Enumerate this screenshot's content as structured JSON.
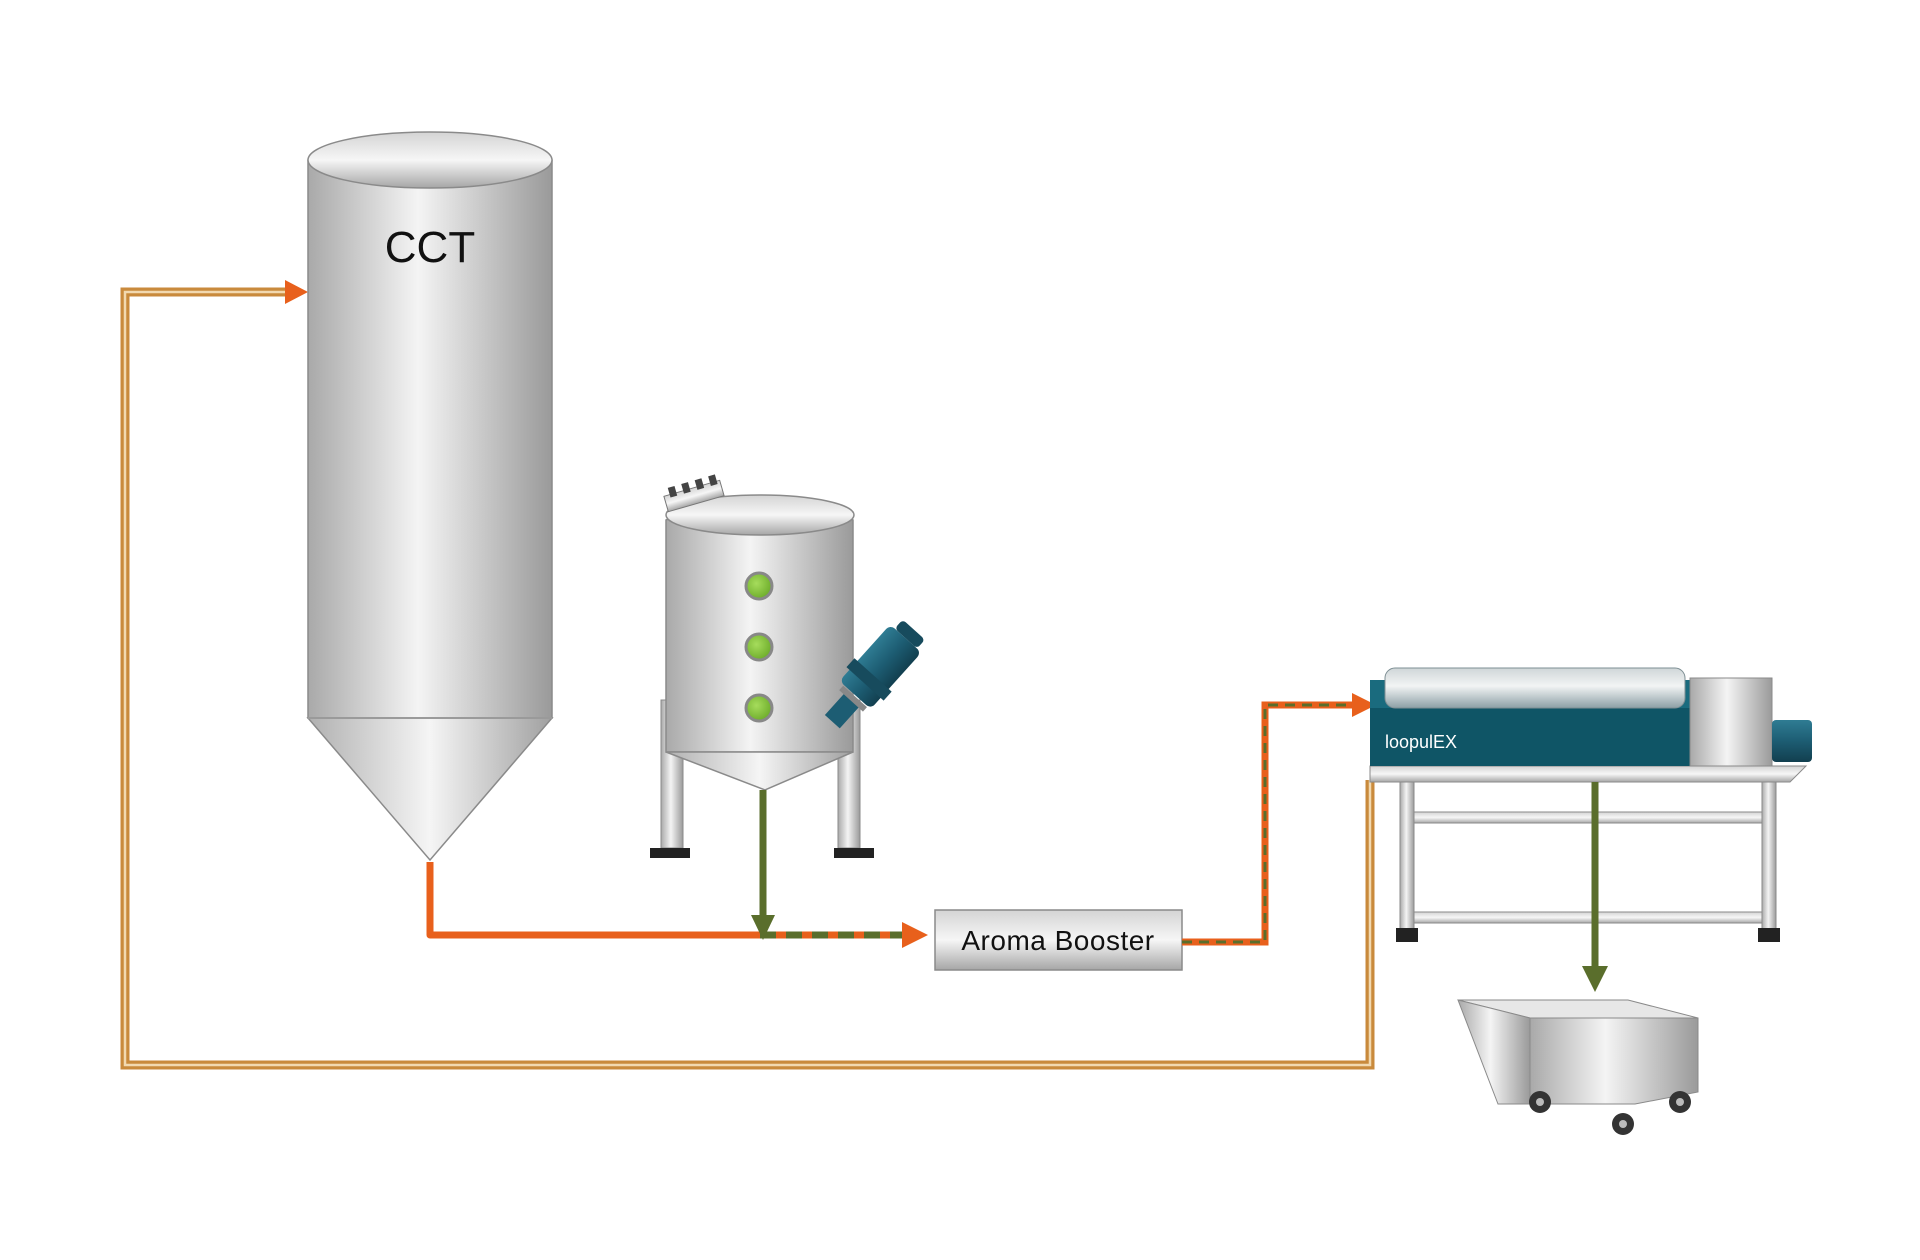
{
  "labels": {
    "cct": "CCT",
    "booster": "Aroma Booster",
    "loopulex": "loopulEX"
  },
  "colors": {
    "beer_flow": "#e8601c",
    "hop_flow": "#5a6e2c",
    "return_flow": "#c98a3c",
    "loopulex_teal": "#0f5566",
    "sight_glass": "#86c83e",
    "motor": "#1d5d73"
  },
  "icons": {
    "cct": "conical-tank-icon",
    "dosing_vessel": "dosing-vessel-icon",
    "booster": "aroma-booster-unit-icon",
    "loopulex": "loopulex-separator-icon",
    "cart": "spent-hops-cart-icon"
  }
}
